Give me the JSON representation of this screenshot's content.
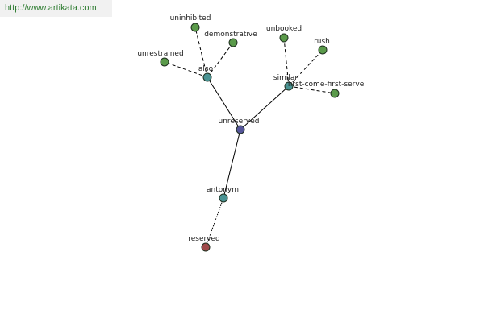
{
  "source_url": "http://www.artikata.com",
  "colors": {
    "root": "#555599",
    "relation": "#4a9393",
    "term": "#5a9a4a",
    "antonym_term": "#a04a4a"
  },
  "nodes": [
    {
      "id": "unreserved",
      "label": "unreserved",
      "kind": "root"
    },
    {
      "id": "also",
      "label": "also",
      "kind": "relation"
    },
    {
      "id": "similar",
      "label": "similar",
      "kind": "relation"
    },
    {
      "id": "antonym",
      "label": "antonym",
      "kind": "relation"
    },
    {
      "id": "uninhibited",
      "label": "uninhibited",
      "kind": "term"
    },
    {
      "id": "demonstrative",
      "label": "demonstrative",
      "kind": "term"
    },
    {
      "id": "unrestrained",
      "label": "unrestrained",
      "kind": "term"
    },
    {
      "id": "unbooked",
      "label": "unbooked",
      "kind": "term"
    },
    {
      "id": "rush",
      "label": "rush",
      "kind": "term"
    },
    {
      "id": "first-come-first-serve",
      "label": "first-come-first-serve",
      "kind": "term"
    },
    {
      "id": "reserved",
      "label": "reserved",
      "kind": "antonym_term"
    }
  ],
  "edges": [
    {
      "from": "unreserved",
      "to": "also",
      "style": "solid"
    },
    {
      "from": "unreserved",
      "to": "similar",
      "style": "solid"
    },
    {
      "from": "unreserved",
      "to": "antonym",
      "style": "solid"
    },
    {
      "from": "also",
      "to": "uninhibited",
      "style": "dashed"
    },
    {
      "from": "also",
      "to": "demonstrative",
      "style": "dashed"
    },
    {
      "from": "also",
      "to": "unrestrained",
      "style": "dashed"
    },
    {
      "from": "similar",
      "to": "unbooked",
      "style": "dashed"
    },
    {
      "from": "similar",
      "to": "rush",
      "style": "dashed"
    },
    {
      "from": "similar",
      "to": "first-come-first-serve",
      "style": "dashed"
    },
    {
      "from": "antonym",
      "to": "reserved",
      "style": "dotted"
    }
  ]
}
